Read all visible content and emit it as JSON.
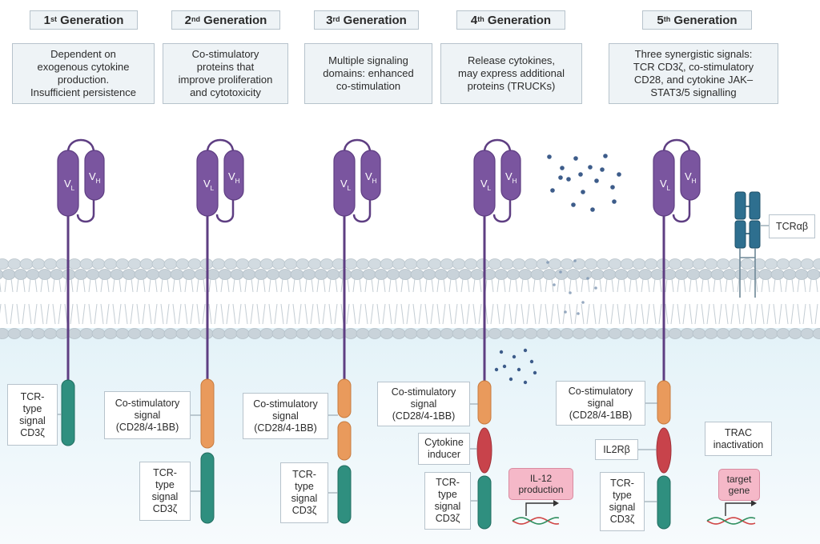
{
  "colors": {
    "purple": "#7a559f",
    "purple_stroke": "#5e3e82",
    "orange": "#e99a5c",
    "red": "#c8434b",
    "teal": "#2f8f7f",
    "blue_receptor": "#2e6f8f",
    "dot": "#3d5c8a",
    "membrane_head": "#c9d3da",
    "cyto": "#e6f3f8"
  },
  "generations": [
    {
      "num": "1",
      "sup": "st",
      "word": "Generation",
      "desc": [
        "Dependent on",
        "exogenous cytokine",
        "production.",
        "Insufficient persistence"
      ]
    },
    {
      "num": "2",
      "sup": "nd",
      "word": "Generation",
      "desc": [
        "Co-stimulatory",
        "proteins that",
        "improve proliferation",
        "and cytotoxicity"
      ]
    },
    {
      "num": "3",
      "sup": "rd",
      "word": "Generation",
      "desc": [
        "Multiple signaling",
        "domains: enhanced",
        "co-stimulation"
      ]
    },
    {
      "num": "4",
      "sup": "th",
      "word": "Generation",
      "desc": [
        "Release cytokines,",
        "may express additional",
        "proteins (TRUCKs)"
      ]
    },
    {
      "num": "5",
      "sup": "th",
      "word": "Generation",
      "desc": [
        "Three synergistic signals:",
        "TCR CD3ζ, co-stimulatory",
        "CD28, and cytokine JAK–",
        "STAT3/5 signalling"
      ]
    }
  ],
  "domains": {
    "vl": {
      "main": "V",
      "sub": "L"
    },
    "vh": {
      "main": "V",
      "sub": "H"
    }
  },
  "labels": {
    "tcr_signal": [
      "TCR-",
      "type",
      "signal",
      "CD3ζ"
    ],
    "costim": [
      "Co-stimulatory",
      "signal",
      "(CD28/4-1BB)"
    ],
    "cytokine_inducer": [
      "Cytokine",
      "inducer"
    ],
    "il2rb": "IL2Rβ",
    "tcrab": "TCRαβ",
    "trac": [
      "TRAC",
      "inactivation"
    ],
    "il12": [
      "IL-12",
      "production"
    ],
    "target_gene": [
      "target",
      "gene"
    ]
  }
}
